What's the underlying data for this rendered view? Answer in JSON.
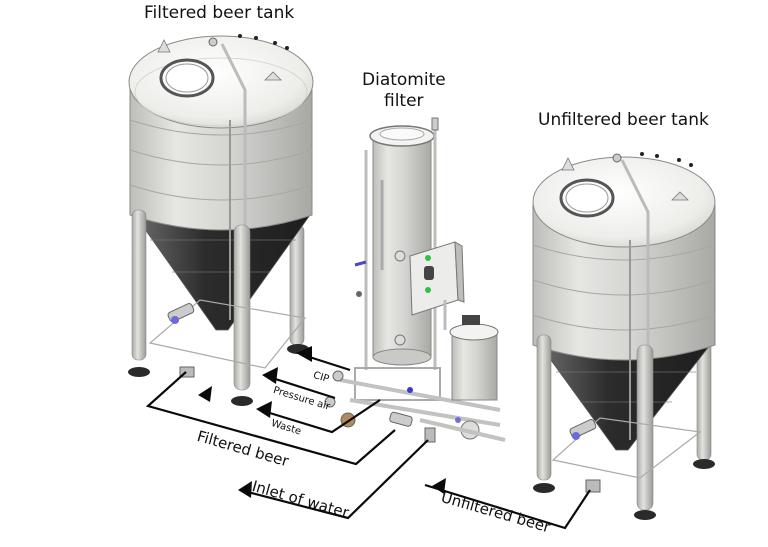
{
  "diagram": {
    "title_labels": {
      "filtered_tank": "Filtered beer tank",
      "diatomite_filter_line1": "Diatomite",
      "diatomite_filter_line2": "filter",
      "unfiltered_tank": "Unfiltered beer tank"
    },
    "flow_labels": {
      "cip": "CIP",
      "pressure_air": "Pressure air",
      "waste": "Waste",
      "filtered_beer": "Filtered beer",
      "inlet_of_water": "Inlet of water",
      "unfiltered_beer": "Unfiltered beer"
    },
    "components": [
      {
        "id": "filtered-beer-tank",
        "label": "Filtered beer tank"
      },
      {
        "id": "diatomite-filter",
        "label": "Diatomite filter"
      },
      {
        "id": "dosing-vessel",
        "label": ""
      },
      {
        "id": "control-box",
        "label": ""
      },
      {
        "id": "unfiltered-beer-tank",
        "label": "Unfiltered beer tank"
      }
    ],
    "colors": {
      "steel_light": "#e8e8e6",
      "steel_mid": "#c9c9c6",
      "steel_dark": "#9d9d9a",
      "cone_dark": "#3a3a3a",
      "line": "#0a0a0a",
      "valve_blue": "#5a5ad0",
      "indicator_green": "#2fbf4a",
      "bronze_wheel": "#b08a5a"
    }
  }
}
